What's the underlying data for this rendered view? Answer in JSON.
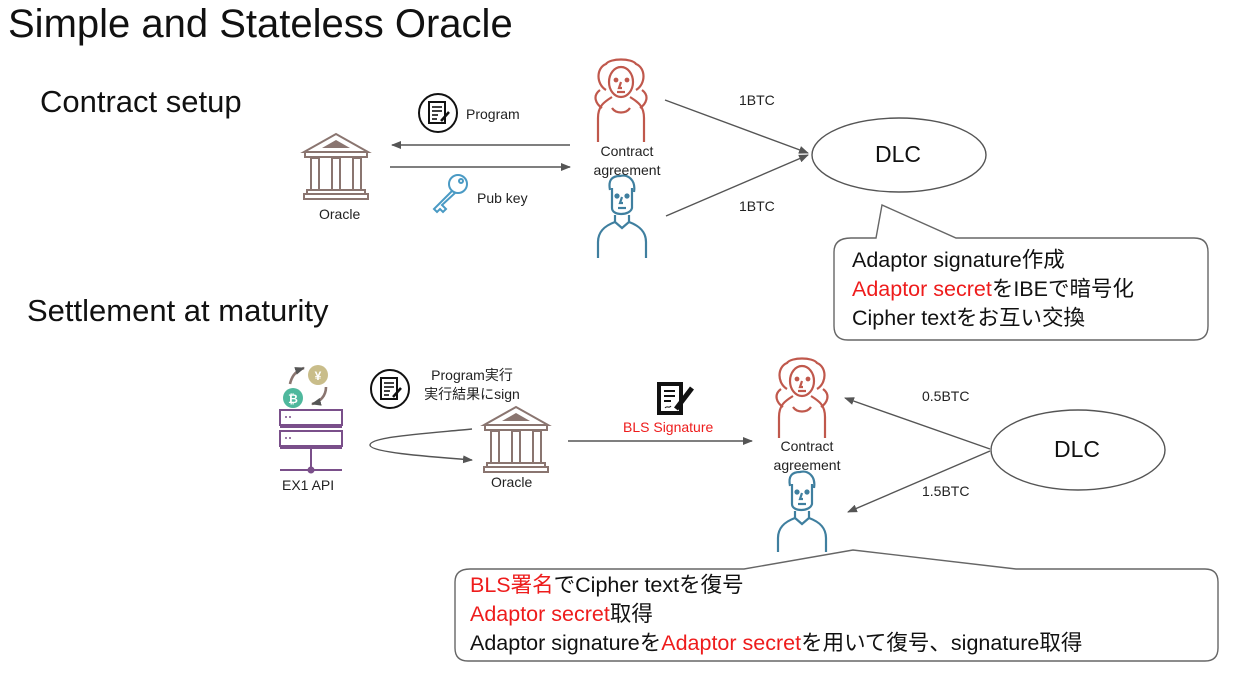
{
  "title": "Simple and Stateless Oracle",
  "colors": {
    "accent_red": "#ee1c1c",
    "woman_icon": "#c0584c",
    "man_icon": "#3f7f9f",
    "oracle_icon": "#8a7570",
    "server_icon": "#7a4f8a",
    "key_icon": "#4a9ac4"
  },
  "setup": {
    "heading": "Contract setup",
    "oracle_label": "Oracle",
    "program_label": "Program",
    "pubkey_label": "Pub key",
    "agreement_label_line1": "Contract",
    "agreement_label_line2": "agreement",
    "dlc_label": "DLC",
    "amount_top": "1BTC",
    "amount_bottom": "1BTC",
    "callout": {
      "line1": "Adaptor signature作成",
      "line2_red": "Adaptor secret",
      "line2_rest": "をIBEで暗号化",
      "line3": "Cipher textをお互い交換"
    }
  },
  "settlement": {
    "heading": "Settlement at maturity",
    "api_label": "EX1 API",
    "program_exec_line1": "Program実行",
    "program_exec_line2": "実行結果にsign",
    "oracle_label": "Oracle",
    "bls_label": "BLS Signature",
    "agreement_label_line1": "Contract",
    "agreement_label_line2": "agreement",
    "dlc_label": "DLC",
    "amount_top": "0.5BTC",
    "amount_bottom": "1.5BTC",
    "callout": {
      "line1_red": "BLS署名",
      "line1_rest": "でCipher textを復号",
      "line2_red": "Adaptor secret",
      "line2_rest": "取得",
      "line3_a": "Adaptor signatureを",
      "line3_red": "Adaptor secret",
      "line3_b": "を用いて復号、signature取得"
    }
  }
}
